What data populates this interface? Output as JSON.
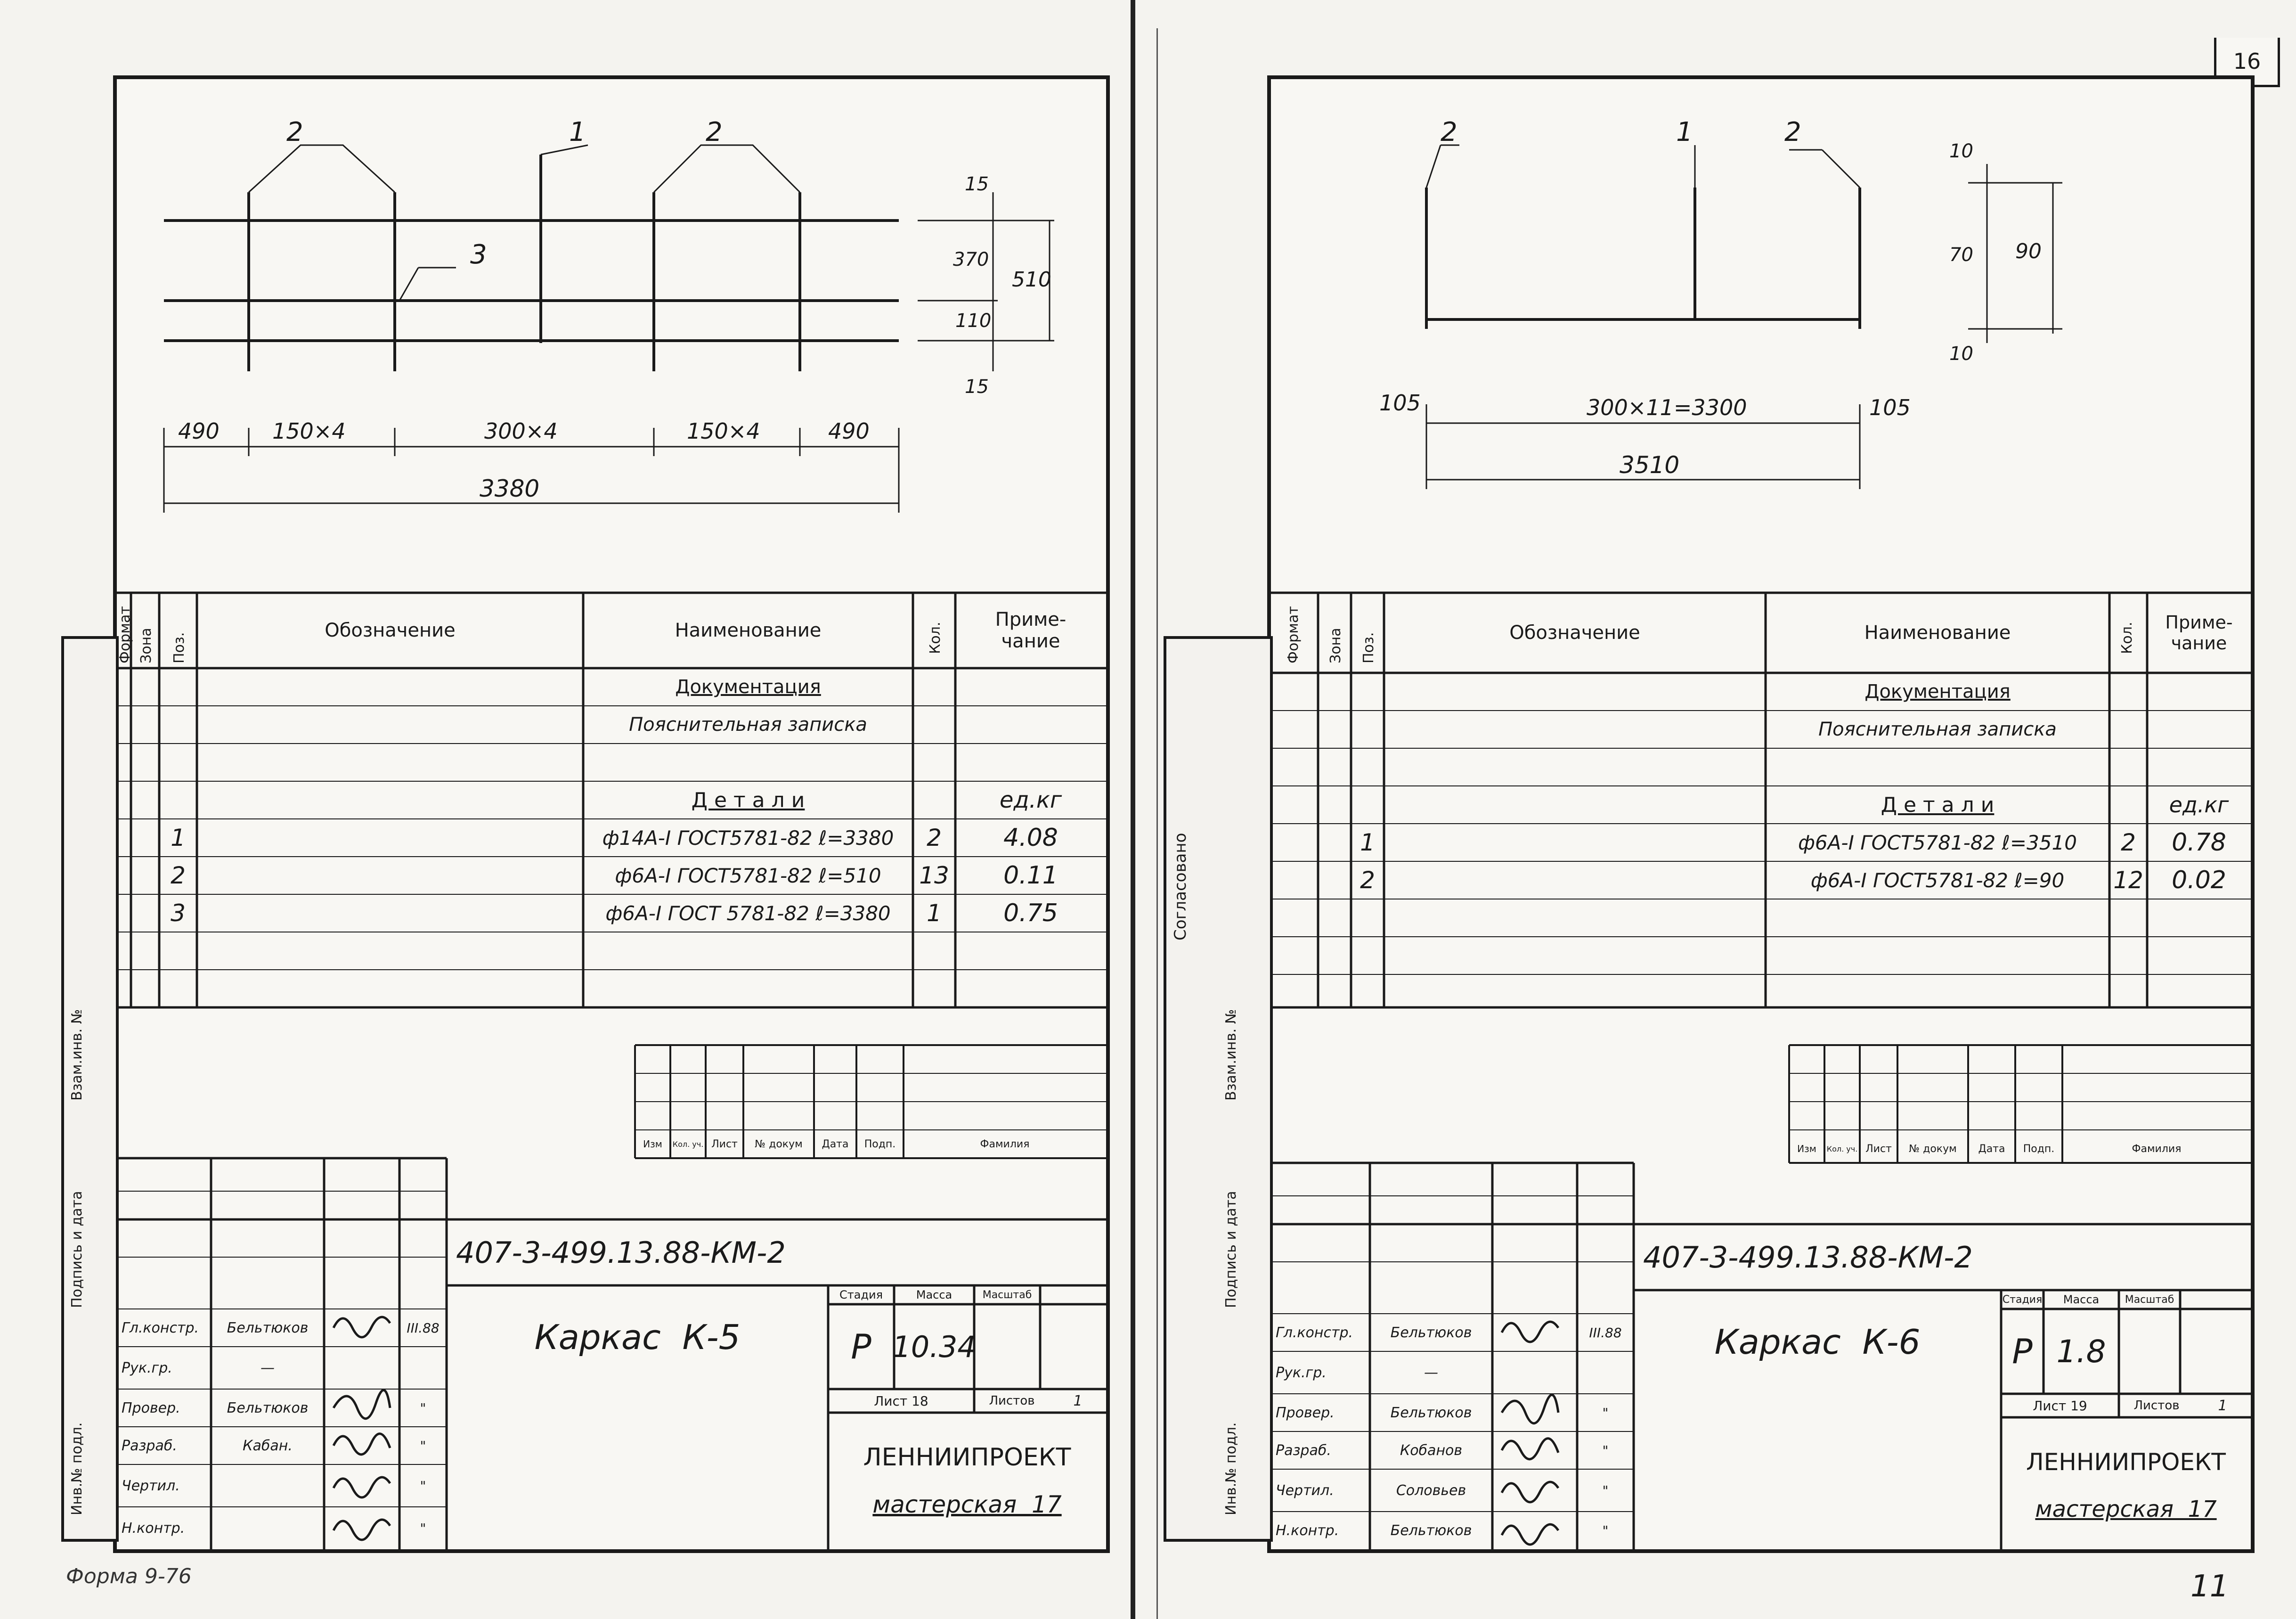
{
  "page_number": "16",
  "format_note": "Форма 9-76",
  "stamp": "11",
  "left": {
    "callouts": {
      "c1": "1",
      "c2": "2",
      "c2b": "2",
      "c3": "3"
    },
    "dims_vertical": {
      "top": "15",
      "mid": "370",
      "low": "110",
      "bottom": "15",
      "total": "510"
    },
    "dims_horizontal": {
      "a": "490",
      "b": "150×4",
      "c": "300×4",
      "d": "150×4",
      "e": "490",
      "total": "3380"
    },
    "table": {
      "headers": {
        "format": "Формат",
        "zone": "Зона",
        "pos": "Поз.",
        "designation": "Обозначение",
        "name": "Наименование",
        "qty": "Кол.",
        "note": "Приме-\nчание"
      },
      "section_docs": "Документация",
      "doc_item": "Пояснительная записка",
      "section_parts": "Д е т а л и",
      "unit": "ед.кг",
      "rows": [
        {
          "pos": "1",
          "name": "ф14А-I ГОСТ5781-82 ℓ=3380",
          "qty": "2",
          "note": "4.08"
        },
        {
          "pos": "2",
          "name": "ф6А-I ГОСТ5781-82 ℓ=510",
          "qty": "13",
          "note": "0.11"
        },
        {
          "pos": "3",
          "name": "ф6А-I ГОСТ 5781-82 ℓ=3380",
          "qty": "1",
          "note": "0.75"
        }
      ]
    },
    "sidebar": {
      "s1": "Взам.инв. №",
      "s2": "Подпись и дата",
      "s3": "Инв.№ подл."
    },
    "titleblock": {
      "rev_headers": [
        "Изм",
        "Кол. уч.",
        "Лист",
        "№ докум",
        "Дата",
        "Подп.",
        "Фамилия"
      ],
      "code": "407-3-499.13.88-КМ-2",
      "title": "Каркас  К-5",
      "stage_label": "Стадия",
      "mass_label": "Масса",
      "scale_label": "Масштаб",
      "stage": "Р",
      "mass": "10.34",
      "sheet_label": "Лист 18",
      "sheets_label": "Листов",
      "sheets": "1",
      "org": "ЛЕННИИПРОЕКТ",
      "workshop": "мастерская  17",
      "people": [
        {
          "role": "Гл.констр.",
          "name": "Бельтюков",
          "date": "III.88"
        },
        {
          "role": "Рук.гр.",
          "name": "—",
          "date": ""
        },
        {
          "role": "Провер.",
          "name": "Бельтюков",
          "date": "\""
        },
        {
          "role": "Разраб.",
          "name": "Кабан.",
          "date": "\""
        },
        {
          "role": "Чертил.",
          "name": "",
          "date": "\""
        },
        {
          "role": "Н.контр.",
          "name": "",
          "date": "\""
        }
      ]
    }
  },
  "right": {
    "callouts": {
      "c1": "1",
      "c2": "2",
      "c2b": "2"
    },
    "dims_vertical": {
      "top": "10",
      "mid": "70",
      "bottom": "10",
      "total": "90"
    },
    "dims_horizontal": {
      "a": "105",
      "b": "300×11=3300",
      "c": "105",
      "total": "3510"
    },
    "table": {
      "headers": {
        "format": "Формат",
        "zone": "Зона",
        "pos": "Поз.",
        "designation": "Обозначение",
        "name": "Наименование",
        "qty": "Кол.",
        "note": "Приме-\nчание"
      },
      "section_docs": "Документация",
      "doc_item": "Пояснительная записка",
      "section_parts": "Д е т а л и",
      "unit": "ед.кг",
      "rows": [
        {
          "pos": "1",
          "name": "ф6А-I ГОСТ5781-82 ℓ=3510",
          "qty": "2",
          "note": "0.78"
        },
        {
          "pos": "2",
          "name": "ф6А-I ГОСТ5781-82 ℓ=90",
          "qty": "12",
          "note": "0.02"
        }
      ]
    },
    "sidebar": {
      "agreed": "Согласовано",
      "s1": "Взам.инв. №",
      "s2": "Подпись и дата",
      "s3": "Инв.№ подл."
    },
    "titleblock": {
      "rev_headers": [
        "Изм",
        "Кол. уч.",
        "Лист",
        "№ докум",
        "Дата",
        "Подп.",
        "Фамилия"
      ],
      "code": "407-3-499.13.88-КМ-2",
      "title": "Каркас  К-6",
      "stage_label": "Стадия",
      "mass_label": "Масса",
      "scale_label": "Масштаб",
      "stage": "Р",
      "mass": "1.8",
      "sheet_label": "Лист 19",
      "sheets_label": "Листов",
      "sheets": "1",
      "org": "ЛЕННИИПРОЕКТ",
      "workshop": "мастерская  17",
      "people": [
        {
          "role": "Гл.констр.",
          "name": "Бельтюков",
          "date": "III.88"
        },
        {
          "role": "Рук.гр.",
          "name": "—",
          "date": ""
        },
        {
          "role": "Провер.",
          "name": "Бельтюков",
          "date": "\""
        },
        {
          "role": "Разраб.",
          "name": "Кобанов",
          "date": "\""
        },
        {
          "role": "Чертил.",
          "name": "Соловьев",
          "date": "\""
        },
        {
          "role": "Н.контр.",
          "name": "Бельтюков",
          "date": "\""
        }
      ]
    }
  }
}
